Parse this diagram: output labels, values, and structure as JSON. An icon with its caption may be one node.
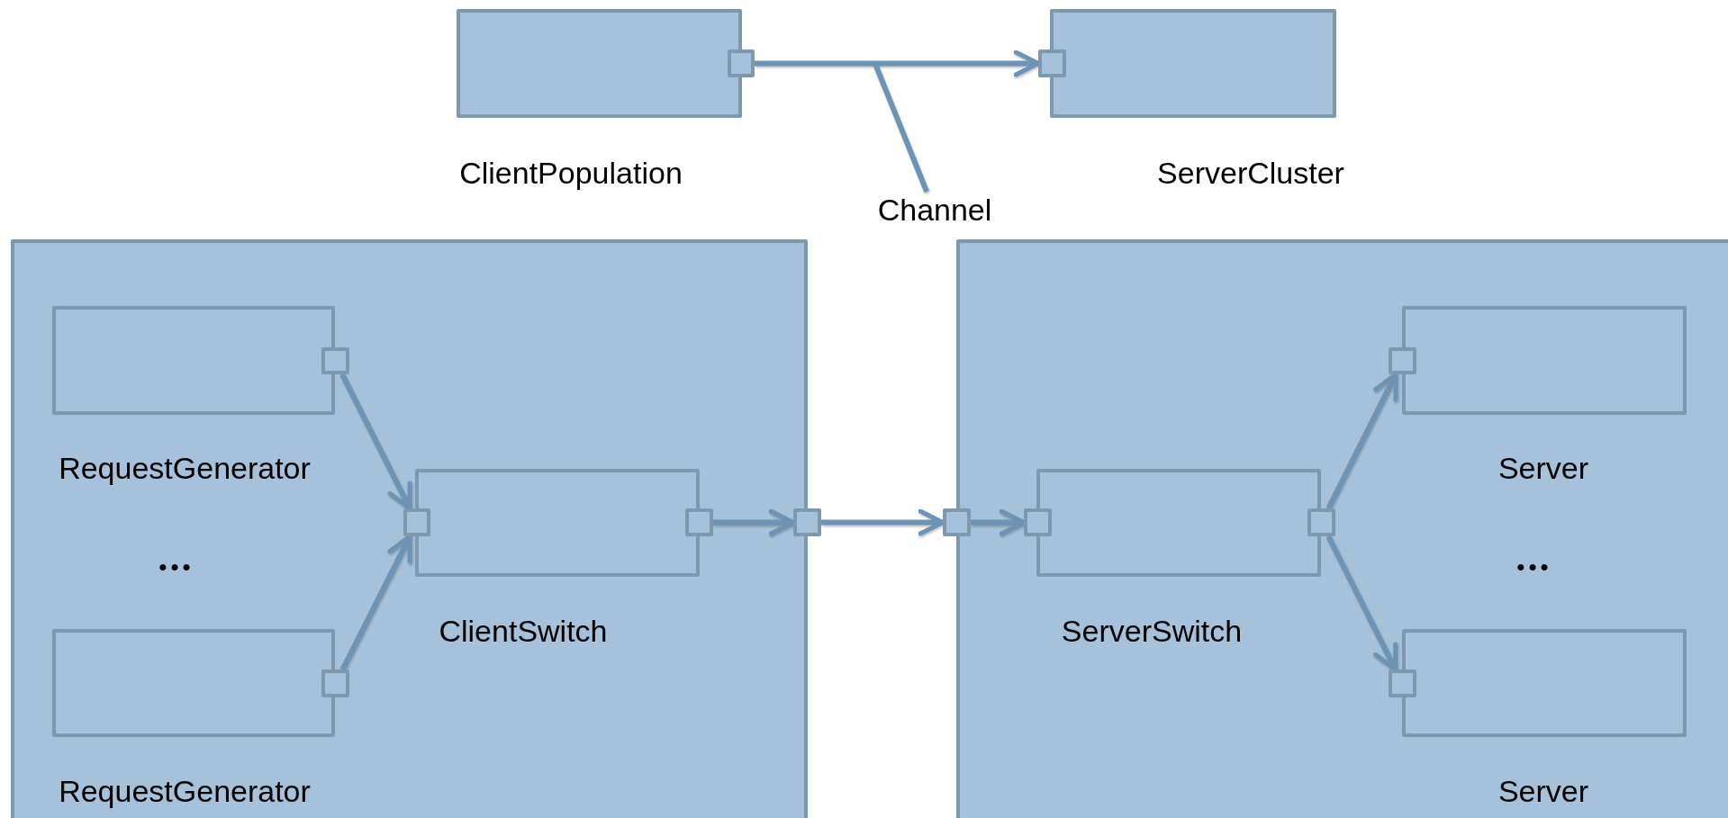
{
  "diagram": {
    "nodes": [
      {
        "text": [
          "ClientPopulation"
        ]
      },
      {
        "text": [],
        "shape": "box"
      },
      {
        "text": [
          "ServerCluster"
        ]
      },
      {
        "text": [],
        "shape": "box"
      },
      {
        "text": [
          "Channel"
        ]
      },
      {
        "text": [],
        "shape": "box"
      },
      {
        "text": [
          "RequestGenerator"
        ],
        "in": 5
      },
      {
        "text": [],
        "shape": "box",
        "in": 5
      },
      {
        "text": [
          "ClientSwitch"
        ],
        "in": 5
      },
      {
        "text": [],
        "shape": "box",
        "in": 5
      },
      {
        "text": [],
        "shape": "box",
        "in": 5
      },
      {
        "text": [
          "RequestGenerator"
        ],
        "in": 5
      },
      {
        "text": [],
        "shape": "box",
        "in": 5
      },
      {
        "text": [],
        "shape": "box"
      },
      {
        "text": [],
        "shape": "box"
      },
      {
        "text": [],
        "shape": "box"
      },
      {
        "text": [
          "ServerSwitch"
        ],
        "in": 14
      },
      {
        "text": [],
        "shape": "box",
        "in": 14
      },
      {
        "text": [],
        "shape": "box",
        "in": 14
      },
      {
        "text": [
          "Server"
        ],
        "in": 14
      },
      {
        "text": [],
        "shape": "box",
        "in": 14
      },
      {
        "text": [
          "Server"
        ],
        "in": 14
      },
      {
        "text": [],
        "shape": "box",
        "in": 14
      }
    ],
    "edges": [
      {
        "from": 1,
        "to": 3,
        "arrow": "to"
      },
      {
        "from": 4,
        "to": null,
        "arrow": "none"
      },
      {
        "from": 7,
        "to": 9,
        "arrow": "to"
      },
      {
        "from": 12,
        "to": 9,
        "arrow": "to"
      },
      {
        "from": 10,
        "to": 13,
        "arrow": "to"
      },
      {
        "from": 13,
        "to": 15,
        "arrow": "to"
      },
      {
        "from": 15,
        "to": 17,
        "arrow": "to"
      },
      {
        "from": 18,
        "to": 20,
        "arrow": "to"
      },
      {
        "from": 18,
        "to": 22,
        "arrow": "to"
      }
    ],
    "labels": [
      "•••",
      "•••"
    ]
  }
}
